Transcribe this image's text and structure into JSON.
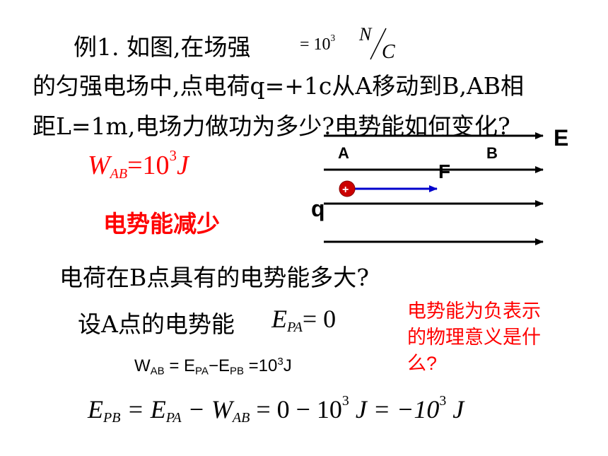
{
  "problem": {
    "lead": "例1.  如图,在场强",
    "field_eq": "= 10",
    "field_exp": "3",
    "unit_num": "N",
    "unit_den": "C",
    "line2": "的匀强电场中,点电荷q=+1c从A移动到B,AB相",
    "line3": "距L=1m,电场力做功为多少?电势能如何变化?"
  },
  "work": {
    "W": "W",
    "W_sub": "AB",
    "eq": "=10",
    "exp": "3",
    "unit": "J"
  },
  "decrease_text": "电势能减少",
  "question2": "电荷在B点具有的电势能多大?",
  "set_A": {
    "text": "设A点的电势能",
    "E": "E",
    "sub": "PA",
    "eq": "= 0"
  },
  "relation": {
    "W": "W",
    "W_sub": "AB",
    "eq1": " = E",
    "sub1": "PA",
    "minus": "−E",
    "sub2": "PB",
    "eq2": " =10",
    "exp": "3",
    "unit": "J"
  },
  "result": {
    "E1": "E",
    "sub1": "PB",
    "eq": " = E",
    "sub2": "PA",
    "minusW": " − W",
    "sub3": "AB",
    "rest1": " = 0 − 10",
    "exp1": "3",
    "rest2": " J = −10",
    "exp2": "3",
    "unit": " J"
  },
  "note": [
    "电势能为负表示",
    "的物理意义是什",
    "么?"
  ],
  "diagram": {
    "label_E": "E",
    "label_A": "A",
    "label_B": "B",
    "label_F": "F",
    "label_q": "q",
    "charge_sign": "+",
    "colors": {
      "lines": "#000000",
      "force": "#0000cc",
      "charge": "#cc0000"
    }
  }
}
